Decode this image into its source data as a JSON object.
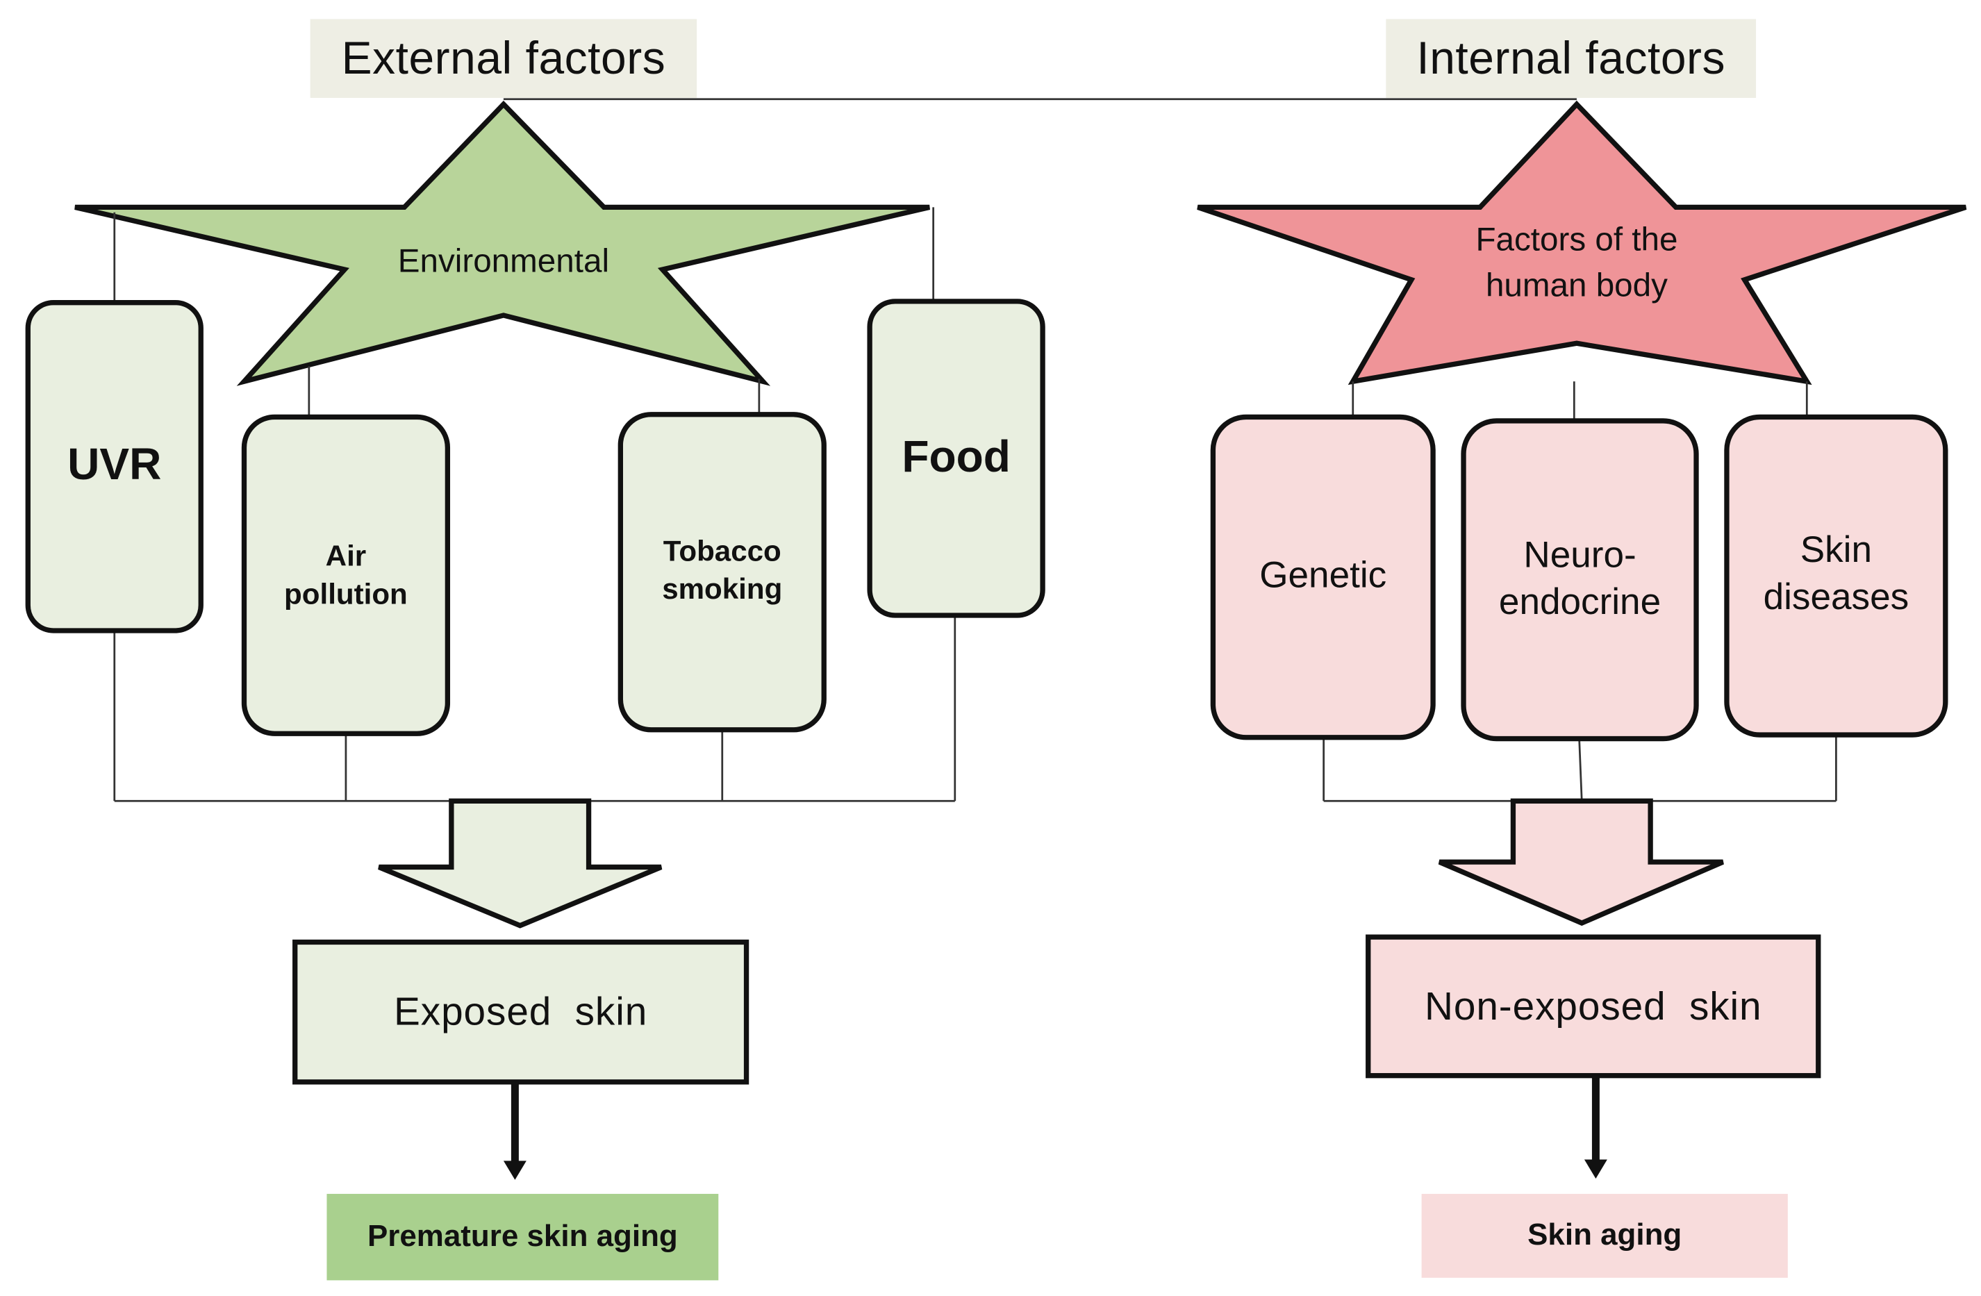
{
  "external": {
    "title": "External factors",
    "star_label": "Environmental",
    "factors": {
      "uvr": "UVR",
      "air_line1": "Air",
      "air_line2": "pollution",
      "tobacco_line1": "Tobacco",
      "tobacco_line2": "smoking",
      "food": "Food"
    },
    "target": "Exposed  skin",
    "outcome": "Premature skin aging"
  },
  "internal": {
    "title": "Internal factors",
    "star_line1": "Factors of the",
    "star_line2": "human body",
    "factors": {
      "genetic": "Genetic",
      "neuro_line1": "Neuro-",
      "neuro_line2": "endocrine",
      "skin_line1": "Skin",
      "skin_line2": "diseases"
    },
    "target": "Non-exposed  skin",
    "outcome": "Skin aging"
  },
  "colors": {
    "green_star": "#b8d49a",
    "green_box": "#e9efe0",
    "green_result": "#a9d08e",
    "pink_star": "#ef9498",
    "pink_box": "#f8dcdc",
    "pink_result": "#f8dcdc",
    "title_bg": "#eeeee4",
    "stroke": "#111111",
    "line": "#333333"
  }
}
